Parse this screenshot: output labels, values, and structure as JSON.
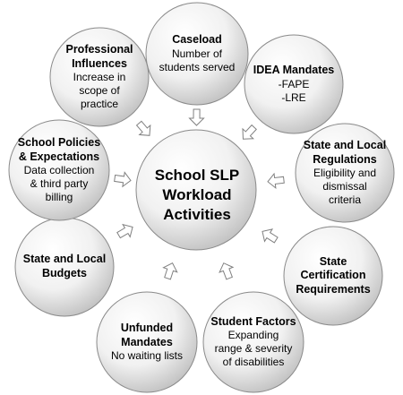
{
  "center": {
    "lines": [
      "School SLP",
      "Workload",
      "Activities"
    ]
  },
  "colors": {
    "circle_light": "#ffffff",
    "circle_dark": "#bdbdbd",
    "stroke": "#8a8a8a",
    "arrow": "#ffffff",
    "arrow_stroke": "#808080"
  },
  "bubbles": [
    {
      "id": "caseload",
      "title": [
        "Caseload"
      ],
      "desc": [
        "Number of",
        "students served"
      ]
    },
    {
      "id": "idea",
      "title": [
        "IDEA Mandates"
      ],
      "desc": [
        "-FAPE",
        "-LRE"
      ]
    },
    {
      "id": "state-local-regs",
      "title": [
        "State and Local",
        "Regulations"
      ],
      "desc": [
        "Eligibility and",
        "dismissal",
        "criteria"
      ]
    },
    {
      "id": "state-cert",
      "title": [
        "State",
        "Certification",
        "Requirements"
      ],
      "desc": []
    },
    {
      "id": "student-factors",
      "title": [
        "Student Factors"
      ],
      "desc": [
        "Expanding",
        "range & severity",
        "of disabilities"
      ]
    },
    {
      "id": "unfunded",
      "title": [
        "Unfunded",
        "Mandates"
      ],
      "desc": [
        "No waiting lists"
      ]
    },
    {
      "id": "budgets",
      "title": [
        "State and Local",
        "Budgets"
      ],
      "desc": []
    },
    {
      "id": "policies",
      "title": [
        "School Policies",
        "& Expectations"
      ],
      "desc": [
        "Data collection",
        "& third party",
        "billing"
      ]
    },
    {
      "id": "professional",
      "title": [
        "Professional",
        "Influences"
      ],
      "desc": [
        "Increase in",
        "scope of",
        "practice"
      ]
    }
  ]
}
